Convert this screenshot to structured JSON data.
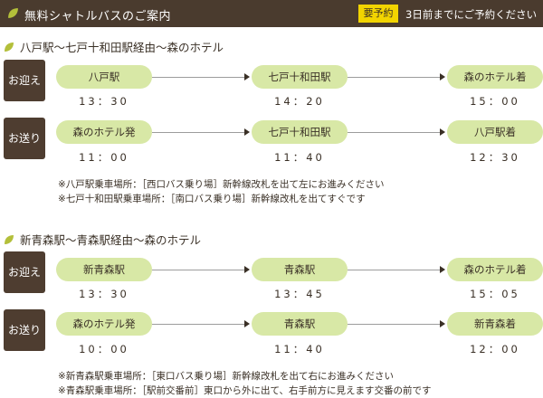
{
  "header": {
    "title": "無料シャトルバスのご案内",
    "badge": "要予約",
    "note": "3日前までにご予約ください"
  },
  "routes": [
    {
      "title": "八戸駅〜七戸十和田駅経由〜森のホテル",
      "pickup": {
        "label": "お迎え",
        "stops": [
          {
            "name": "八戸駅",
            "time": "13：30"
          },
          {
            "name": "七戸十和田駅",
            "time": "14：20"
          },
          {
            "name": "森のホテル着",
            "time": "15：00"
          }
        ]
      },
      "dropoff": {
        "label": "お送り",
        "stops": [
          {
            "name": "森のホテル発",
            "time": "11：00"
          },
          {
            "name": "七戸十和田駅",
            "time": "11：40"
          },
          {
            "name": "八戸駅着",
            "time": "12：30"
          }
        ]
      },
      "notes": [
        "※八戸駅乗車場所：［西口バス乗り場］新幹線改札を出て左にお進みください",
        "※七戸十和田駅乗車場所：［南口バス乗り場］新幹線改札を出てすぐです"
      ]
    },
    {
      "title": "新青森駅〜青森駅経由〜森のホテル",
      "pickup": {
        "label": "お迎え",
        "stops": [
          {
            "name": "新青森駅",
            "time": "13：30"
          },
          {
            "name": "青森駅",
            "time": "13：45"
          },
          {
            "name": "森のホテル着",
            "time": "15：05"
          }
        ]
      },
      "dropoff": {
        "label": "お送り",
        "stops": [
          {
            "name": "森のホテル発",
            "time": "10：00"
          },
          {
            "name": "青森駅",
            "time": "11：40"
          },
          {
            "name": "新青森着",
            "time": "12：00"
          }
        ]
      },
      "notes": [
        "※新青森駅乗車場所：［東口バス乗り場］新幹線改札を出て右にお進みください",
        "※青森駅乗車場所：［駅前交番前］東口から外に出て、右手前方に見えます交番の前です"
      ]
    }
  ],
  "colors": {
    "header_bg": "#4a3b2e",
    "badge_bg": "#f2d400",
    "pill_bg": "#d8e8a6",
    "label_bg": "#4e3d30",
    "leaf": "#b3bf3a"
  },
  "icons": {
    "header": "leaf-icon",
    "section": "leaf-icon"
  }
}
